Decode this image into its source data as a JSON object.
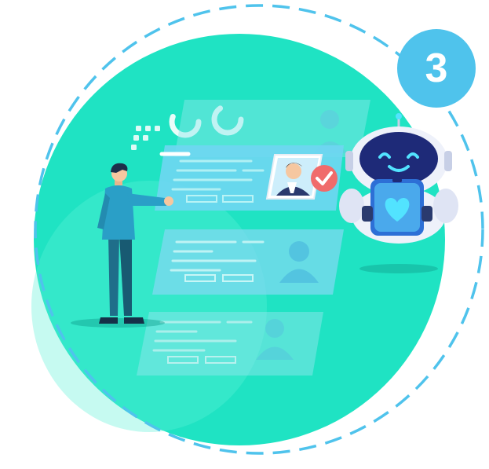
{
  "badge": {
    "number": "3",
    "color": "#4fc3ec"
  },
  "colors": {
    "circle": "#1fe3c3",
    "circle_light": "#5cf0d8",
    "dashed_ring": "#4fc3ec",
    "card": "#6fd6f2",
    "card_faded": "#8ee6ec",
    "check_badge": "#f06b6b",
    "robot_body": "#eef1fa",
    "robot_visor": "#1e2a78",
    "robot_eyes": "#52e3ff",
    "robot_panel": "#4aa9ec",
    "person_shirt": "#2a9fc7",
    "person_pants": "#1f6e8a"
  },
  "icons": {
    "badge": "number-badge",
    "check": "check-circle-icon",
    "avatar": "person-silhouette-icon",
    "robot": "robot-character",
    "heart": "heart-icon"
  }
}
